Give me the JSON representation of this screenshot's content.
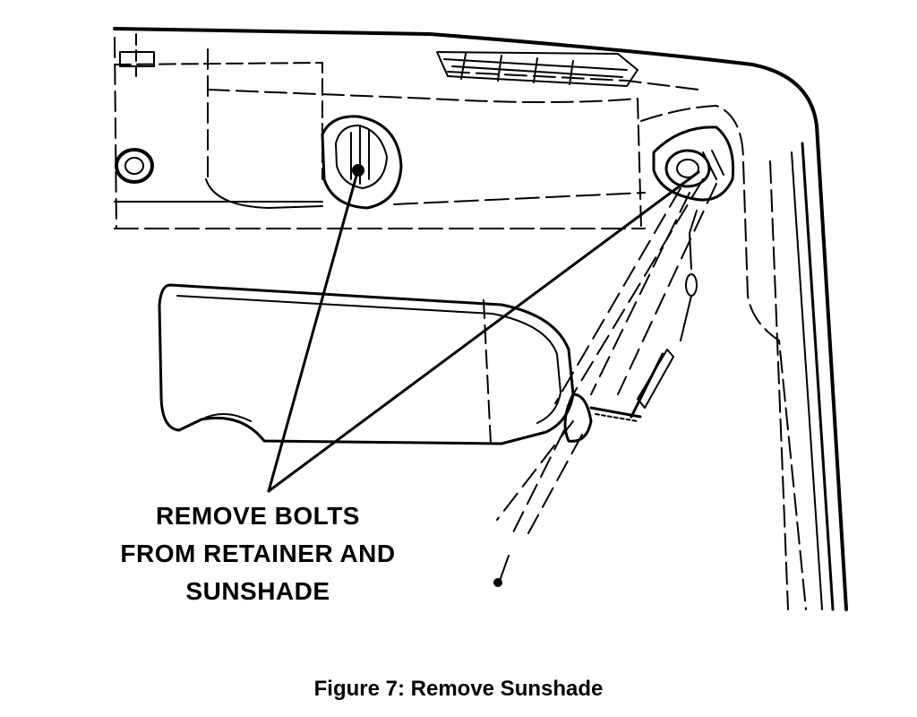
{
  "callout": {
    "line1": "REMOVE BOLTS",
    "line2": "FROM RETAINER AND",
    "line3": "SUNSHADE"
  },
  "caption": "Figure 7: Remove Sunshade"
}
